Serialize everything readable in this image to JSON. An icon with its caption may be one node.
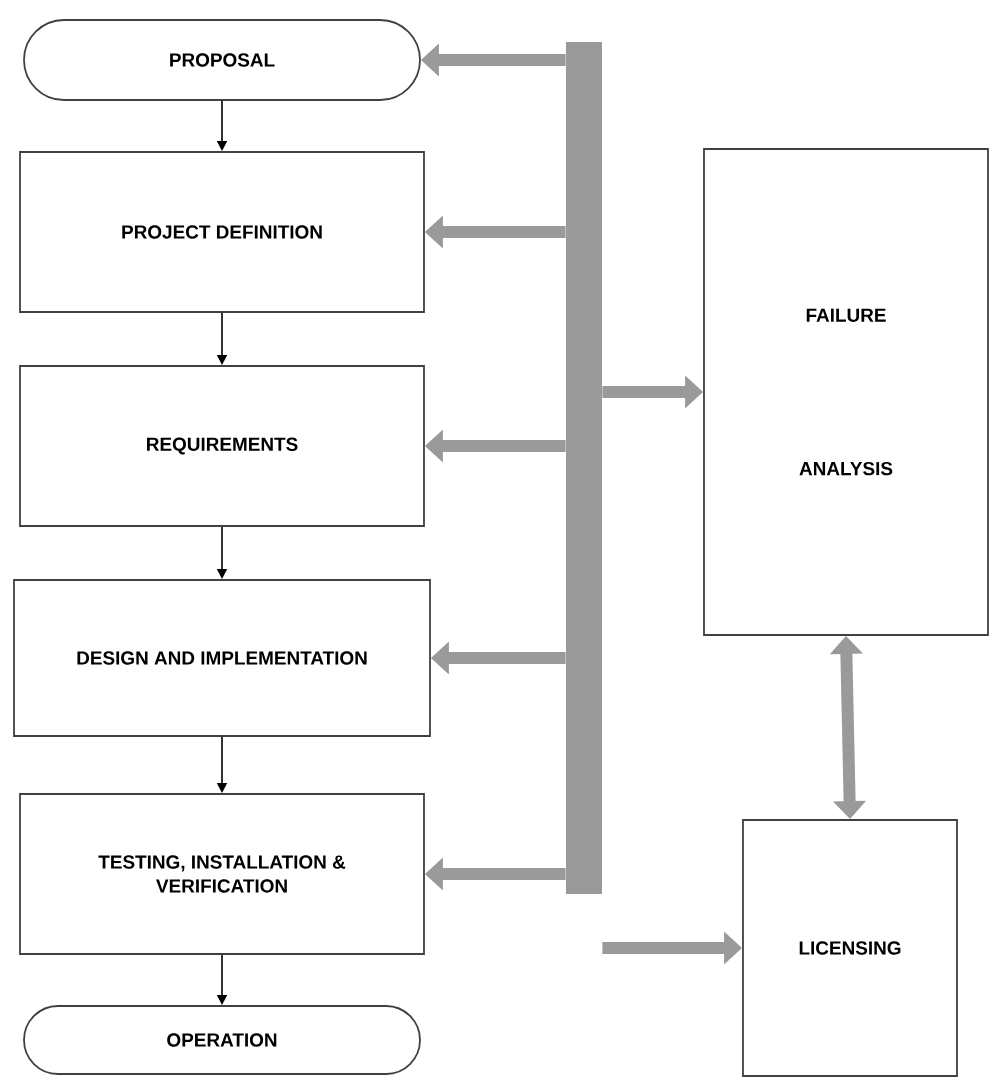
{
  "diagram": {
    "nodes": [
      {
        "text": [
          "PROPOSAL"
        ]
      },
      {
        "text": [
          "PROJECT DEFINITION"
        ]
      },
      {
        "text": [
          "REQUIREMENTS"
        ]
      },
      {
        "text": [
          "DESIGN AND IMPLEMENTATION"
        ]
      },
      {
        "text": [
          "TESTING, INSTALLATION & VERIFICATION"
        ]
      },
      {
        "text": [
          "OPERATION"
        ]
      },
      {
        "text": [
          "FAILURE ANALYSIS"
        ]
      },
      {
        "text": [
          "LICENSING"
        ]
      },
      {
        "text": [],
        "shape": "bar"
      }
    ],
    "edges": [
      {
        "from": 0,
        "to": 1,
        "arrow": "to",
        "color": "#000000"
      },
      {
        "from": 1,
        "to": 2,
        "arrow": "to",
        "color": "#000000"
      },
      {
        "from": 2,
        "to": 3,
        "arrow": "to",
        "color": "#000000"
      },
      {
        "from": 3,
        "to": 4,
        "arrow": "to",
        "color": "#000000"
      },
      {
        "from": 4,
        "to": 5,
        "arrow": "to",
        "color": "#000000"
      },
      {
        "from": 8,
        "to": 0,
        "arrow": "to"
      },
      {
        "from": 8,
        "to": 1,
        "arrow": "to"
      },
      {
        "from": 8,
        "to": 2,
        "arrow": "to"
      },
      {
        "from": 8,
        "to": 3,
        "arrow": "to"
      },
      {
        "from": 8,
        "to": 4,
        "arrow": "to"
      },
      {
        "from": 8,
        "to": 6,
        "arrow": "to"
      },
      {
        "from": 8,
        "to": 7,
        "arrow": "to"
      },
      {
        "from": 6,
        "to": 7,
        "arrow": "both"
      }
    ]
  }
}
